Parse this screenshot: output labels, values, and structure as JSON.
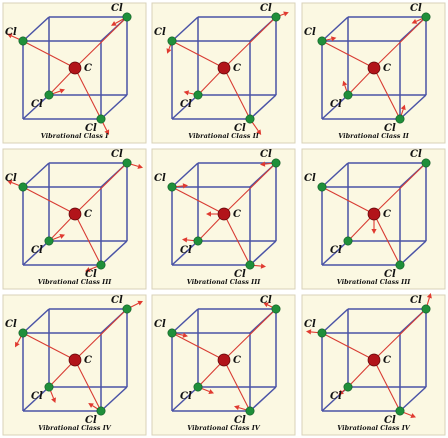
{
  "panels": [
    {
      "caption": "Vibrational Class I",
      "atom_center": "C",
      "atom_ligand": "Cl",
      "arrows": [
        [
          -1,
          -0.45
        ],
        [
          -1,
          0.55
        ],
        [
          0.5,
          1
        ],
        [
          1,
          -0.35
        ],
        [
          0,
          0
        ]
      ],
      "center_arrow": null
    },
    {
      "caption": "Vibrational Class II",
      "atom_center": "C",
      "atom_ligand": "Cl",
      "arrows": [
        [
          -0.3,
          0.8
        ],
        [
          0.8,
          -0.3
        ],
        [
          0.7,
          1
        ],
        [
          -0.9,
          -0.2
        ]
      ],
      "center_arrow": null
    },
    {
      "caption": "Vibrational Class II",
      "atom_center": "C",
      "atom_ligand": "Cl",
      "arrows": [
        [
          0.9,
          -0.2
        ],
        [
          -0.9,
          0.4
        ],
        [
          0.3,
          -0.9
        ],
        [
          -0.3,
          -0.9
        ]
      ],
      "center_arrow": null
    },
    {
      "caption": "Vibrational Class III",
      "atom_center": "C",
      "atom_ligand": "Cl",
      "arrows": [
        [
          -1,
          -0.4
        ],
        [
          1,
          0.3
        ],
        [
          -1,
          0.4
        ],
        [
          1,
          -0.4
        ]
      ],
      "center_arrow": null
    },
    {
      "caption": "Vibrational Class III",
      "atom_center": "C",
      "atom_ligand": "Cl",
      "arrows": [
        [
          1,
          -0.1
        ],
        [
          -1,
          0.1
        ],
        [
          1,
          0.1
        ],
        [
          -1,
          -0.1
        ]
      ],
      "center_arrow": "left"
    },
    {
      "caption": "Vibrational Class III",
      "atom_center": "C",
      "atom_ligand": "Cl",
      "arrows": [
        [
          0,
          0
        ],
        [
          0,
          0
        ],
        [
          0,
          0
        ],
        [
          0,
          0
        ]
      ],
      "center_arrow": "down"
    },
    {
      "caption": "Vibrational Class IV",
      "atom_center": "C",
      "atom_ligand": "Cl",
      "arrows": [
        [
          -0.5,
          0.9
        ],
        [
          1,
          -0.5
        ],
        [
          -0.8,
          -0.5
        ],
        [
          0.4,
          1
        ]
      ],
      "center_arrow": null
    },
    {
      "caption": "Vibrational Class IV",
      "atom_center": "C",
      "atom_ligand": "Cl",
      "arrows": [
        [
          1,
          0.2
        ],
        [
          -0.8,
          -0.4
        ],
        [
          -1,
          -0.3
        ],
        [
          1,
          0.4
        ]
      ],
      "center_arrow": null
    },
    {
      "caption": "Vibrational Class IV",
      "atom_center": "C",
      "atom_ligand": "Cl",
      "arrows": [
        [
          -1,
          -0.1
        ],
        [
          0.3,
          -1
        ],
        [
          1,
          0.4
        ],
        [
          -0.6,
          0.5
        ]
      ],
      "center_arrow": null
    }
  ]
}
